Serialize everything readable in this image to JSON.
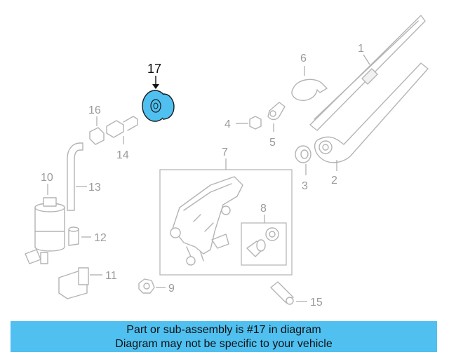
{
  "diagram": {
    "callouts": {
      "c1": "1",
      "c2": "2",
      "c3": "3",
      "c4": "4",
      "c5": "5",
      "c6": "6",
      "c7": "7",
      "c8": "8",
      "c9": "9",
      "c10": "10",
      "c11": "11",
      "c12": "12",
      "c13": "13",
      "c14": "14",
      "c15": "15",
      "c16": "16",
      "c17": "17"
    },
    "highlighted_part": "17",
    "colors": {
      "highlight": "#4fc0f0",
      "line": "#b4b4b4",
      "banner": "#4fc0f0"
    }
  },
  "banner": {
    "line1": "Part or sub-assembly is #17 in diagram",
    "line2": "Diagram may not be specific to your vehicle"
  }
}
